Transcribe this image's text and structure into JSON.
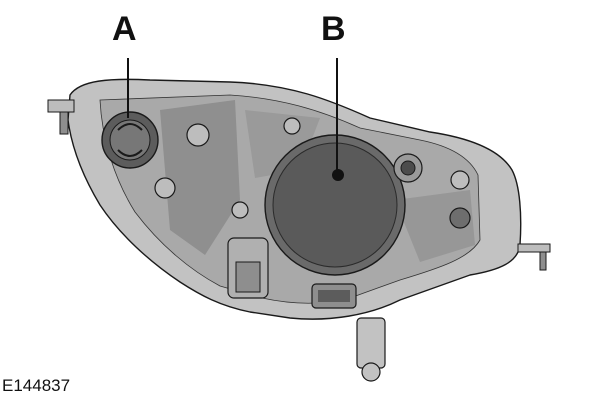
{
  "labels": {
    "a": "A",
    "b": "B"
  },
  "figure_code": "E144837",
  "colors": {
    "housing": "#bdbdbd",
    "housing_dark": "#8e8e8e",
    "shadow": "#6f6f6f",
    "lens": "#5a5a5a",
    "outline": "#1a1a1a"
  }
}
